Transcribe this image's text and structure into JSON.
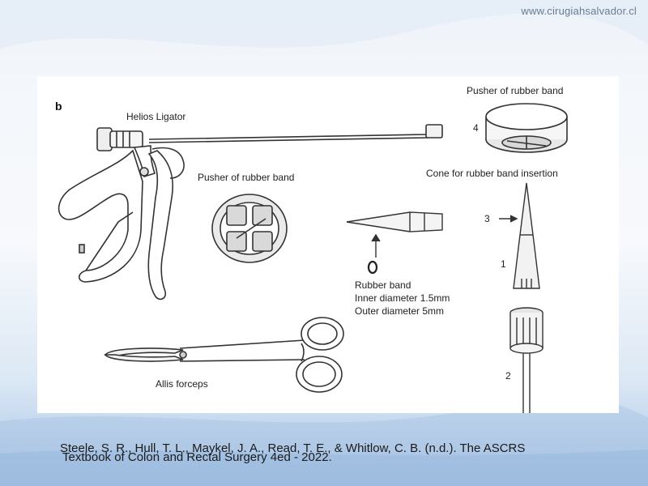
{
  "watermark": "www.cirugiahsalvador.cl",
  "figure": {
    "panel_letter": "b",
    "labels": {
      "helios_ligator": "Helios Ligator",
      "pusher_center": "Pusher of rubber band",
      "pusher_top_right": "Pusher of rubber band",
      "cone": "Cone for rubber band insertion",
      "rubber_band": "Rubber band",
      "inner_diameter": "Inner diameter 1.5mm",
      "outer_diameter": "Outer diameter 5mm",
      "allis_forceps": "Allis forceps",
      "num_1": "1",
      "num_2": "2",
      "num_3": "3",
      "num_4": "4",
      "num_0": "0"
    }
  },
  "citation": {
    "line1": "Steele, S. R., Hull, T. L., Maykel, J. A., Read, T. E., & Whitlow, C. B. (n.d.). The ASCRS",
    "line2": "Textbook of Colon and Rectal Surgery 4ed - 2022."
  }
}
